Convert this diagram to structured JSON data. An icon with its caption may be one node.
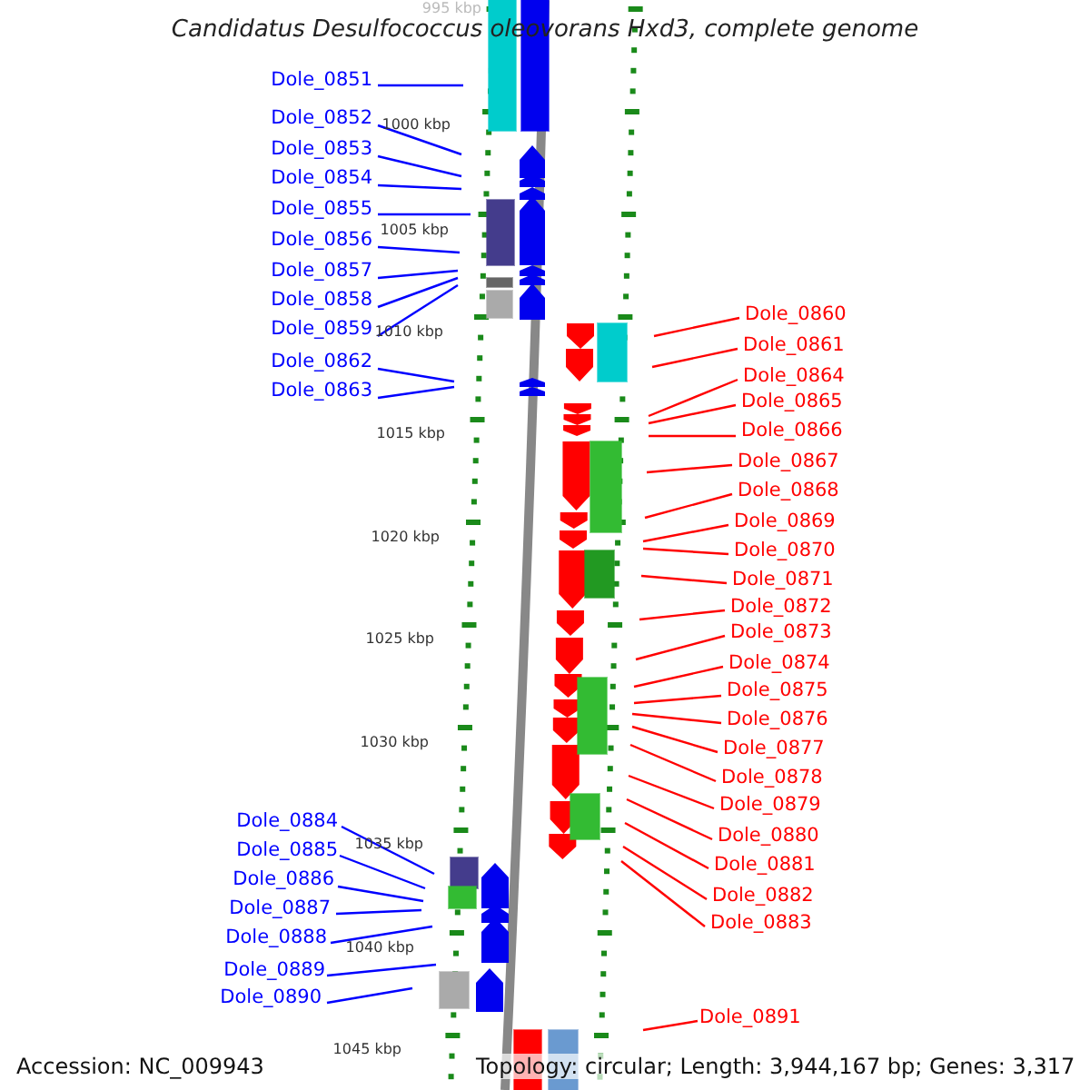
{
  "diagram": {
    "title": "Candidatus Desulfococcus oleovorans Hxd3, complete genome",
    "nodes": [
      {
        "text": [
          "Dole_0851"
        ]
      },
      {
        "text": [
          "Dole_0852"
        ]
      },
      {
        "text": [
          "Dole_0853"
        ]
      },
      {
        "text": [
          "Dole_0854"
        ]
      },
      {
        "text": [
          "Dole_0855"
        ]
      },
      {
        "text": [
          "Dole_0856"
        ]
      },
      {
        "text": [
          "Dole_0857"
        ]
      },
      {
        "text": [
          "Dole_0858"
        ]
      },
      {
        "text": [
          "Dole_0859"
        ]
      },
      {
        "text": [
          "Dole_0862"
        ]
      },
      {
        "text": [
          "Dole_0863"
        ]
      },
      {
        "text": [
          "Dole_0860"
        ]
      },
      {
        "text": [
          "Dole_0861"
        ]
      },
      {
        "text": [
          "Dole_0864"
        ]
      },
      {
        "text": [
          "Dole_0865"
        ]
      },
      {
        "text": [
          "Dole_0866"
        ]
      },
      {
        "text": [
          "Dole_0867"
        ]
      },
      {
        "text": [
          "Dole_0868"
        ]
      },
      {
        "text": [
          "Dole_0869"
        ]
      },
      {
        "text": [
          "Dole_0870"
        ]
      },
      {
        "text": [
          "Dole_0871"
        ]
      },
      {
        "text": [
          "Dole_0872"
        ]
      },
      {
        "text": [
          "Dole_0873"
        ]
      },
      {
        "text": [
          "Dole_0874"
        ]
      },
      {
        "text": [
          "Dole_0875"
        ]
      },
      {
        "text": [
          "Dole_0876"
        ]
      },
      {
        "text": [
          "Dole_0877"
        ]
      },
      {
        "text": [
          "Dole_0878"
        ]
      },
      {
        "text": [
          "Dole_0879"
        ]
      },
      {
        "text": [
          "Dole_0880"
        ]
      },
      {
        "text": [
          "Dole_0881"
        ]
      },
      {
        "text": [
          "Dole_0882"
        ]
      },
      {
        "text": [
          "Dole_0883"
        ]
      },
      {
        "text": [
          "Dole_0884"
        ]
      },
      {
        "text": [
          "Dole_0885"
        ]
      },
      {
        "text": [
          "Dole_0886"
        ]
      },
      {
        "text": [
          "Dole_0887"
        ]
      },
      {
        "text": [
          "Dole_0888"
        ]
      },
      {
        "text": [
          "Dole_0889"
        ]
      },
      {
        "text": [
          "Dole_0890"
        ]
      },
      {
        "text": [
          "Dole_0891"
        ]
      }
    ],
    "edges": [
      {
        "from": 0,
        "to": null,
        "arrow": "none",
        "color": "#0000ff"
      },
      {
        "from": 1,
        "to": null,
        "arrow": "none",
        "color": "#0000ff"
      },
      {
        "from": 2,
        "to": null,
        "arrow": "none",
        "color": "#0000ff"
      },
      {
        "from": 3,
        "to": null,
        "arrow": "none",
        "color": "#0000ff"
      },
      {
        "from": 4,
        "to": null,
        "arrow": "none",
        "color": "#0000ff"
      },
      {
        "from": 5,
        "to": null,
        "arrow": "none",
        "color": "#0000ff"
      },
      {
        "from": 6,
        "to": null,
        "arrow": "none",
        "color": "#0000ff"
      },
      {
        "from": 7,
        "to": null,
        "arrow": "none",
        "color": "#0000ff"
      },
      {
        "from": 8,
        "to": null,
        "arrow": "none",
        "color": "#0000ff"
      },
      {
        "from": 9,
        "to": null,
        "arrow": "none",
        "color": "#0000ff"
      },
      {
        "from": 10,
        "to": null,
        "arrow": "none",
        "color": "#0000ff"
      },
      {
        "from": 11,
        "to": null,
        "arrow": "none"
      },
      {
        "from": 12,
        "to": null,
        "arrow": "none"
      },
      {
        "from": 13,
        "to": null,
        "arrow": "none"
      },
      {
        "from": 14,
        "to": null,
        "arrow": "none"
      },
      {
        "from": 15,
        "to": null,
        "arrow": "none"
      },
      {
        "from": 16,
        "to": null,
        "arrow": "none"
      },
      {
        "from": 17,
        "to": null,
        "arrow": "none"
      },
      {
        "from": 18,
        "to": null,
        "arrow": "none"
      },
      {
        "from": 19,
        "to": null,
        "arrow": "none"
      },
      {
        "from": 20,
        "to": null,
        "arrow": "none"
      },
      {
        "from": 21,
        "to": null,
        "arrow": "none"
      },
      {
        "from": 22,
        "to": null,
        "arrow": "none"
      },
      {
        "from": 23,
        "to": null,
        "arrow": "none"
      },
      {
        "from": 24,
        "to": null,
        "arrow": "none"
      },
      {
        "from": 25,
        "to": null,
        "arrow": "none"
      },
      {
        "from": 26,
        "to": null,
        "arrow": "none"
      },
      {
        "from": 27,
        "to": null,
        "arrow": "none"
      },
      {
        "from": 28,
        "to": null,
        "arrow": "none"
      },
      {
        "from": 29,
        "to": null,
        "arrow": "none"
      },
      {
        "from": 30,
        "to": null,
        "arrow": "none"
      },
      {
        "from": 31,
        "to": null,
        "arrow": "none"
      },
      {
        "from": 32,
        "to": null,
        "arrow": "none"
      },
      {
        "from": 33,
        "to": null,
        "arrow": "none",
        "color": "#0000ff"
      },
      {
        "from": 34,
        "to": null,
        "arrow": "none",
        "color": "#0000ff"
      },
      {
        "from": 35,
        "to": null,
        "arrow": "none",
        "color": "#0000ff"
      },
      {
        "from": 36,
        "to": null,
        "arrow": "none",
        "color": "#0000ff"
      },
      {
        "from": 37,
        "to": null,
        "arrow": "none",
        "color": "#0000ff"
      },
      {
        "from": 38,
        "to": null,
        "arrow": "none",
        "color": "#0000ff"
      },
      {
        "from": 39,
        "to": null,
        "arrow": "none",
        "color": "#0000ff"
      },
      {
        "from": 40,
        "to": null,
        "arrow": "none"
      }
    ],
    "labels": [
      "995 kbp",
      "1000 kbp",
      "1005 kbp",
      "1010 kbp",
      "1015 kbp",
      "1020 kbp",
      "1025 kbp",
      "1030 kbp",
      "1035 kbp",
      "1040 kbp",
      "1045 kbp",
      "Accession: NC_009943",
      "Topology: circular; Length: 3,944,167 bp; Genes: 3,317"
    ]
  }
}
